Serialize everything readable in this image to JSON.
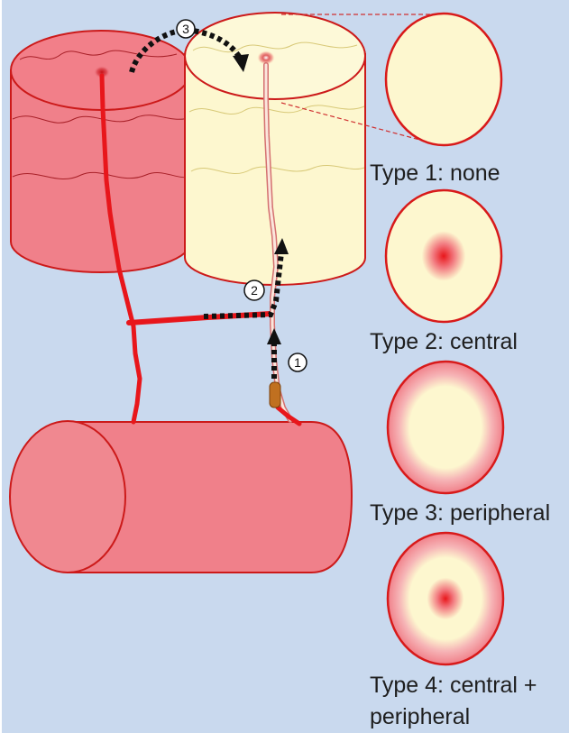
{
  "steps": [
    "1",
    "2",
    "3"
  ],
  "types": [
    {
      "label": "Type 1: none",
      "pattern": "none"
    },
    {
      "label": "Type 2: central",
      "pattern": "central"
    },
    {
      "label": "Type 3: peripheral",
      "pattern": "peripheral"
    },
    {
      "label": "Type 4: central +",
      "label_cont": "peripheral",
      "pattern": "central+peripheral"
    }
  ],
  "colors": {
    "background": "#c9d9ee",
    "vessel_red": "#f0808a",
    "vessel_edge": "#cc1a1a",
    "artery": "#e8161b",
    "pale_tissue": "#fdf7cf",
    "pale_edge": "#c8c58c",
    "arrow": "#111111",
    "embolus": "#c07020"
  }
}
